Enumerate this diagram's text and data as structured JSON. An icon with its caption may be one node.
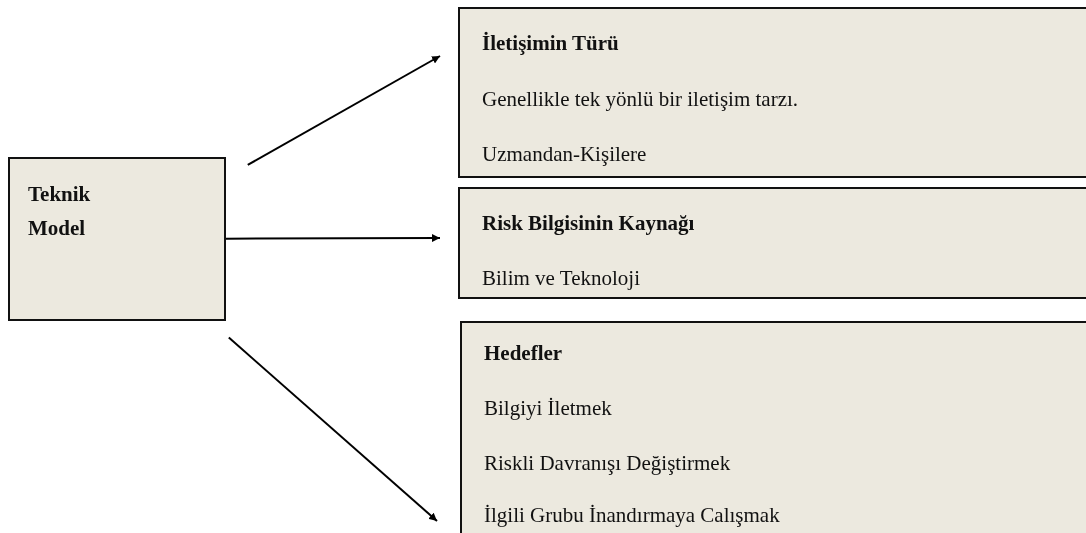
{
  "diagram": {
    "nodes": [
      {
        "text": [
          "Teknik Model"
        ]
      },
      {
        "text": [
          "İletişimin Türü",
          "Genellikle tek yönlü bir iletişim tarzı.",
          "Uzmandan-Kişilere"
        ]
      },
      {
        "text": [
          "Risk Bilgisinin Kaynağı",
          "Bilim ve Teknoloji"
        ]
      },
      {
        "text": [
          "Hedefler",
          "Bilgiyi İletmek",
          "Riskli Davranışı Değiştirmek",
          "İlgili Grubu İnandırmaya Calışmak"
        ]
      }
    ],
    "edges": [
      {
        "from": 0,
        "to": 1,
        "arrow": "to"
      },
      {
        "from": 0,
        "to": 2,
        "arrow": "to"
      },
      {
        "from": 0,
        "to": 3,
        "arrow": "to"
      }
    ]
  }
}
